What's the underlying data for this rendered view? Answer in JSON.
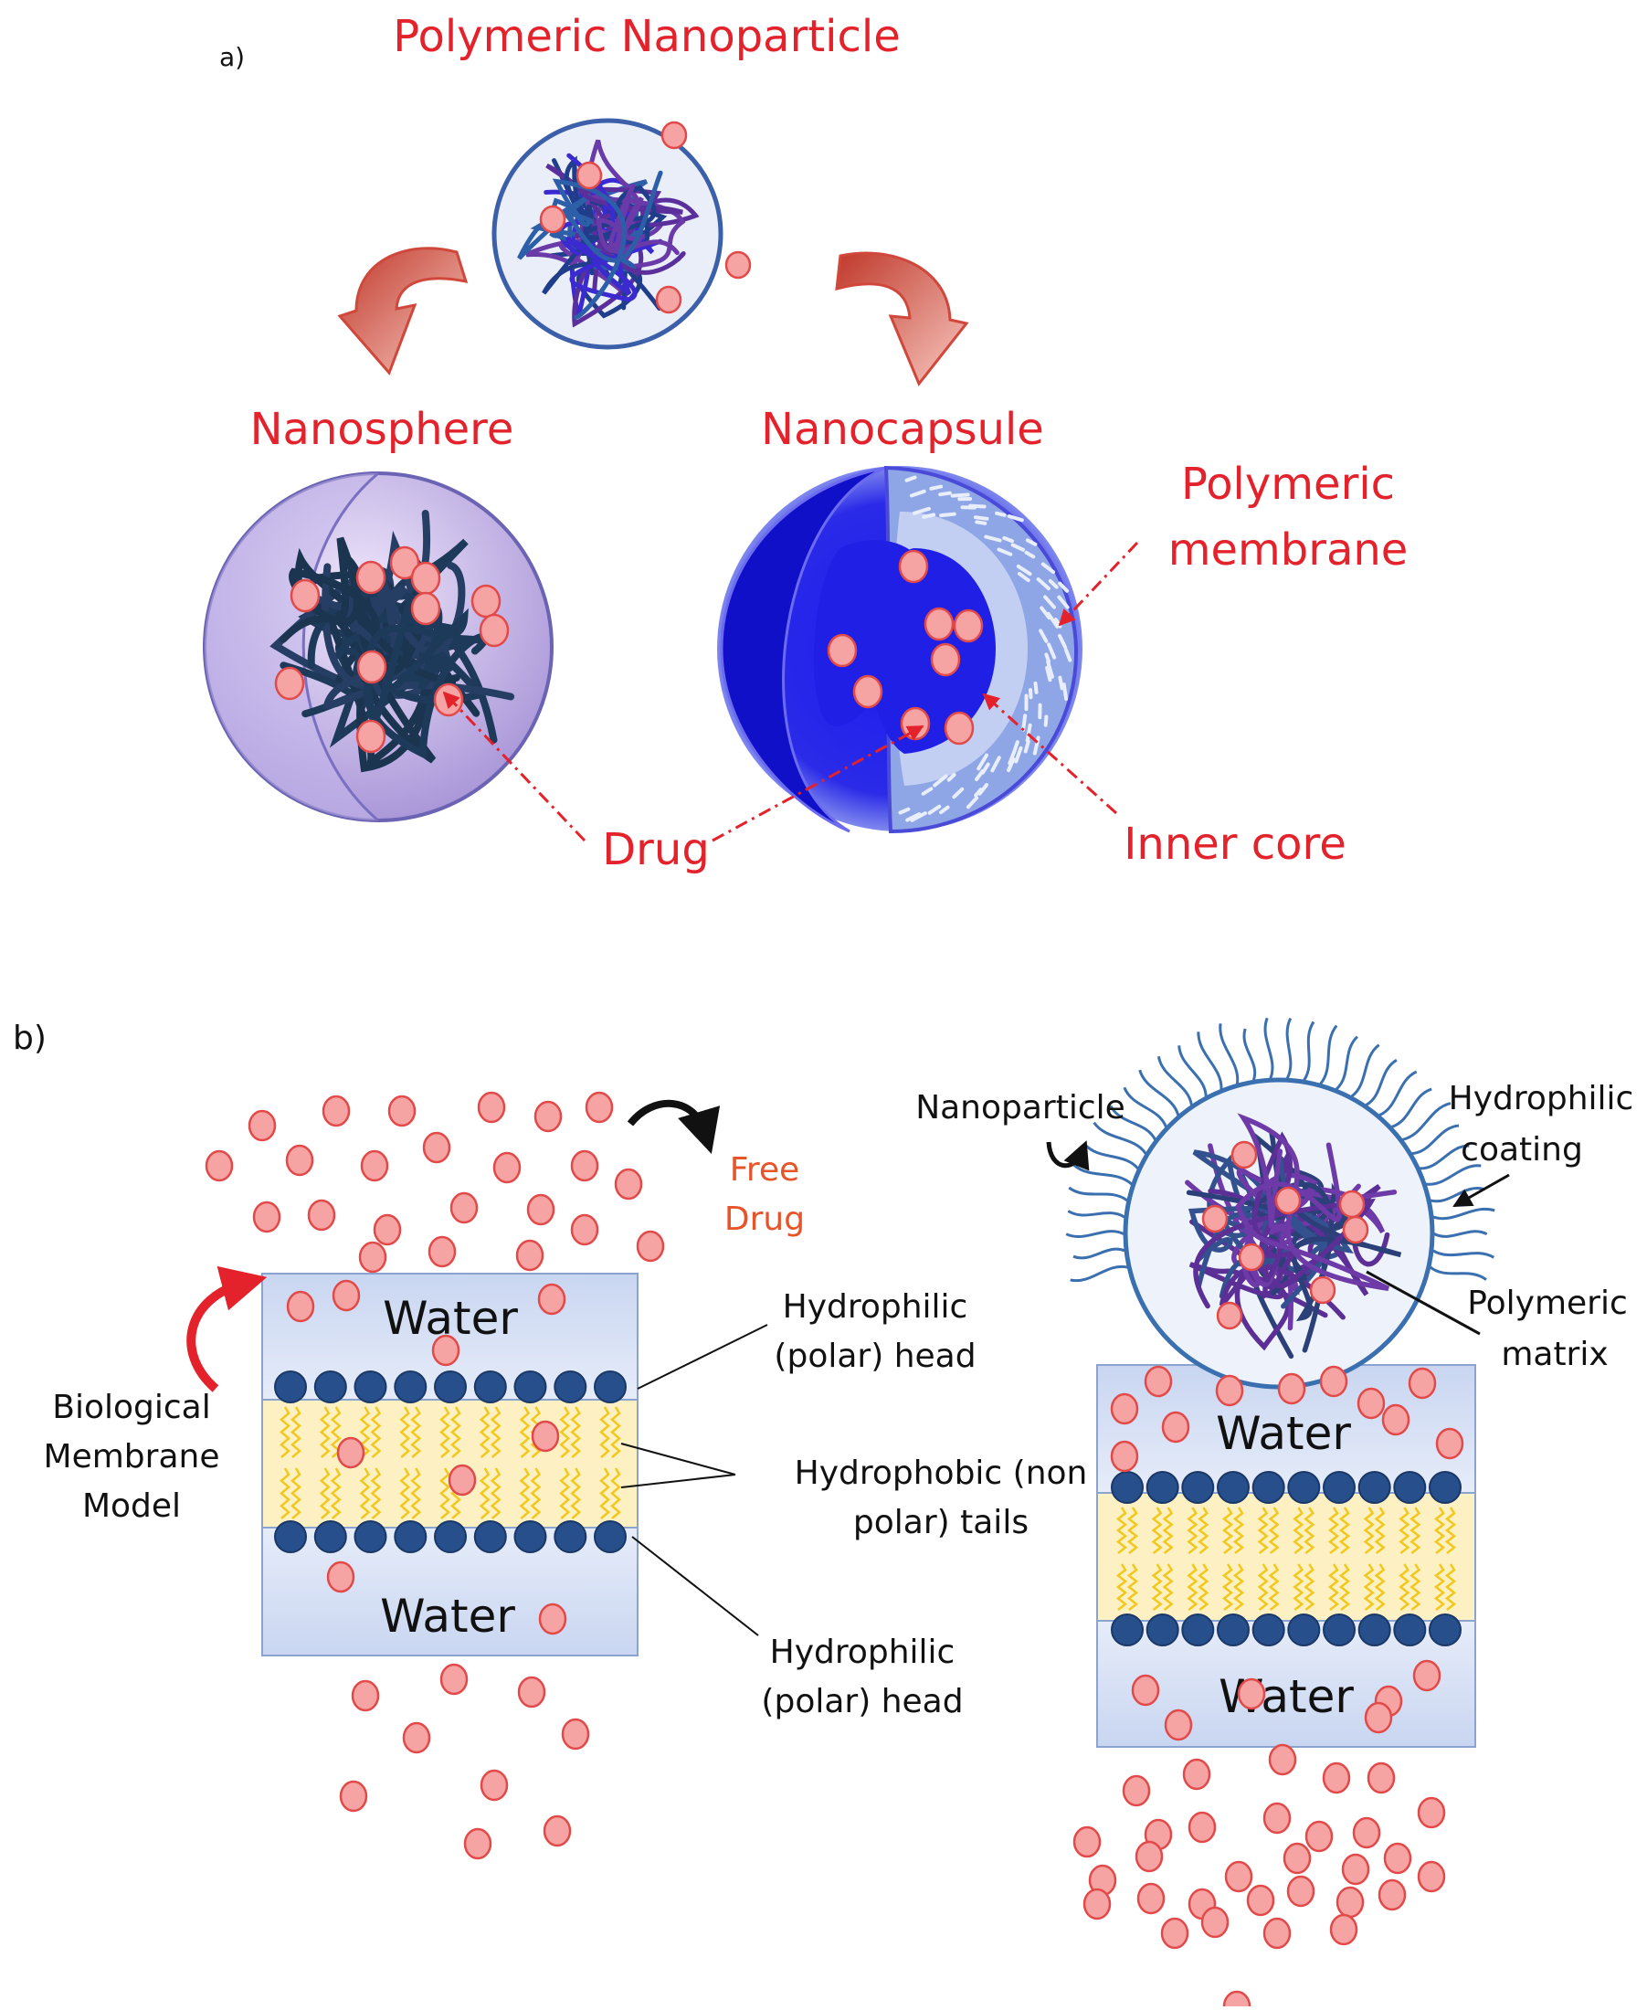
{
  "panel_a": {
    "label": "a)",
    "title": "Polymeric Nanoparticle",
    "nanosphere": "Nanosphere",
    "nanocapsule": "Nanocapsule",
    "polymeric_membrane": [
      "Polymeric",
      "membrane"
    ],
    "drug": "Drug",
    "inner_core": "Inner core"
  },
  "panel_b": {
    "label": "b)",
    "free_drug": [
      "Free",
      "Drug"
    ],
    "bio_membrane": [
      "Biological",
      "Membrane",
      "Model"
    ],
    "water": "Water",
    "hydrophilic_head": [
      "Hydrophilic",
      "(polar) head"
    ],
    "hydrophobic_tails": [
      "Hydrophobic (non",
      "polar) tails"
    ],
    "nanoparticle": "Nanoparticle",
    "hydrophilic_coating": [
      "Hydrophilic",
      "coating"
    ],
    "polymeric_matrix": [
      "Polymeric",
      "matrix"
    ]
  },
  "colors": {
    "label_red": "#e3222b",
    "free_drug_orange": "#e8542a",
    "drug_fill": "#f5a3a3",
    "drug_stroke": "#e24a4a",
    "head_blue": "#274f8c",
    "tail_yellow": "#f2c81d",
    "tail_band": "#fdf1c4",
    "coating_blue": "#3a6fb0",
    "capsule_blue": "#2424d8"
  }
}
